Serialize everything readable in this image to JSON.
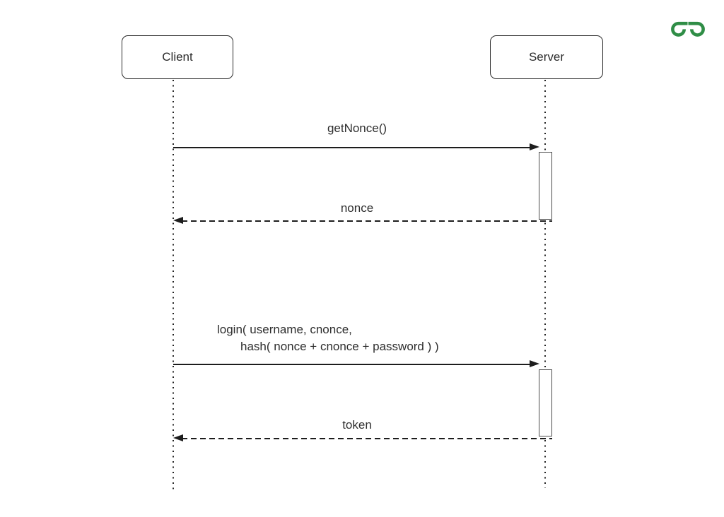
{
  "page": {
    "background": "#ffffff"
  },
  "branding": {
    "logo": "geeksforgeeks-logo",
    "logo_color": "#2f8d46"
  },
  "colors": {
    "stroke": "#1d1d1d",
    "text": "#2e2e2e",
    "actor_border": "#2b2b2b"
  },
  "diagram": {
    "type": "sequence",
    "actors": [
      {
        "id": "client",
        "label": "Client"
      },
      {
        "id": "server",
        "label": "Server"
      }
    ],
    "messages": [
      {
        "id": "getnonce",
        "label": "getNonce()",
        "from": "Client",
        "to": "Server",
        "line": "solid",
        "direction": "right"
      },
      {
        "id": "nonce",
        "label": "nonce",
        "from": "Server",
        "to": "Client",
        "line": "dashed",
        "direction": "left"
      },
      {
        "id": "login",
        "label_lines": [
          "login( username, cnonce,",
          "hash( nonce + cnonce + password ) )"
        ],
        "from": "Client",
        "to": "Server",
        "line": "solid",
        "direction": "right"
      },
      {
        "id": "token",
        "label": "token",
        "from": "Server",
        "to": "Client",
        "line": "dashed",
        "direction": "left"
      }
    ],
    "activations": [
      {
        "on": "Server",
        "ordinal": 1
      },
      {
        "on": "Server",
        "ordinal": 2
      }
    ]
  }
}
